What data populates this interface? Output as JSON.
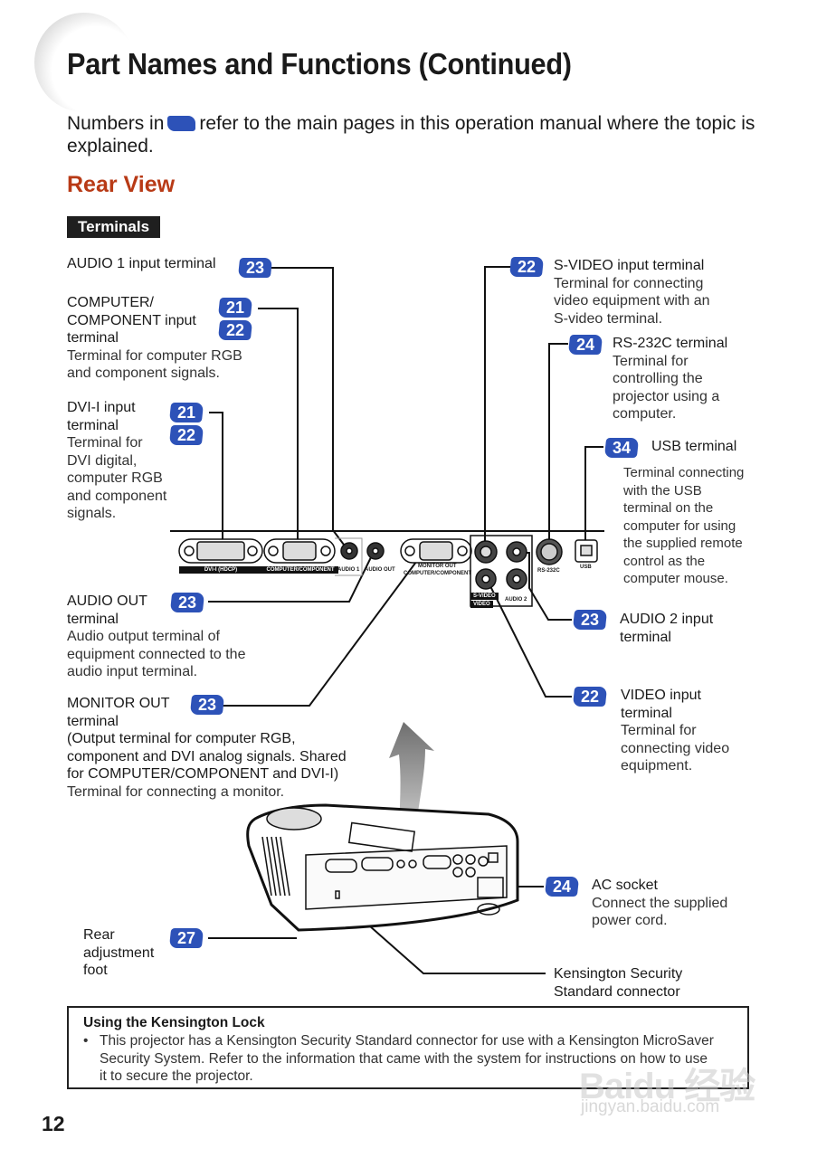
{
  "header": {
    "title": "Part Names and Functions (Continued)",
    "intro_before": "Numbers in",
    "intro_after": "refer to the main pages in this operation manual where the topic is explained.",
    "chip_color": "#2d52b8"
  },
  "section": {
    "title": "Rear View",
    "title_color": "#b83a16",
    "tag": "Terminals"
  },
  "callouts": {
    "audio1": {
      "title": "AUDIO 1 input terminal",
      "pages": [
        "23"
      ]
    },
    "computer": {
      "title_lines": [
        "COMPUTER/",
        "COMPONENT input",
        "terminal"
      ],
      "desc_lines": [
        "Terminal for computer RGB",
        "and component signals."
      ],
      "pages": [
        "21",
        "22"
      ]
    },
    "dvi": {
      "title_lines": [
        "DVI-I input",
        "terminal"
      ],
      "desc_lines": [
        "Terminal for",
        "DVI digital,",
        "computer RGB",
        "and component",
        "signals."
      ],
      "pages": [
        "21",
        "22"
      ]
    },
    "svideo": {
      "title": "S-VIDEO input terminal",
      "desc_lines": [
        "Terminal for connecting",
        "video equipment with an",
        "S-video terminal."
      ],
      "pages": [
        "22"
      ]
    },
    "rs232c": {
      "title": "RS-232C terminal",
      "desc_lines": [
        "Terminal for",
        "controlling the",
        "projector using a",
        "computer."
      ],
      "pages": [
        "24"
      ]
    },
    "usb": {
      "title": "USB terminal",
      "desc_lines": [
        "Terminal connecting",
        "with the USB",
        "terminal on the",
        "computer for using",
        "the supplied remote",
        "control as the",
        "computer mouse."
      ],
      "pages": [
        "34"
      ]
    },
    "audio_out": {
      "title_lines": [
        "AUDIO OUT",
        "terminal"
      ],
      "desc_lines": [
        "Audio output terminal of",
        "equipment connected to the",
        "audio input terminal."
      ],
      "pages": [
        "23"
      ]
    },
    "monitor_out": {
      "title_lines": [
        "MONITOR OUT",
        "terminal",
        "(Output terminal for computer RGB,",
        "component and DVI analog signals. Shared",
        "for COMPUTER/COMPONENT and DVI-I)"
      ],
      "desc_lines": [
        "Terminal for connecting a monitor."
      ],
      "pages": [
        "23"
      ]
    },
    "audio2": {
      "title_lines": [
        "AUDIO 2 input",
        "terminal"
      ],
      "pages": [
        "23"
      ]
    },
    "video": {
      "title_lines": [
        "VIDEO input",
        "terminal"
      ],
      "desc_lines": [
        "Terminal for",
        "connecting video",
        "equipment."
      ],
      "pages": [
        "22"
      ]
    },
    "ac": {
      "title": "AC socket",
      "desc_lines": [
        "Connect the supplied",
        "power cord."
      ],
      "pages": [
        "24"
      ]
    },
    "foot": {
      "title_lines": [
        "Rear",
        "adjustment",
        "foot"
      ],
      "pages": [
        "27"
      ]
    },
    "kensington": {
      "title_lines": [
        "Kensington Security",
        "Standard connector"
      ]
    }
  },
  "panel_labels": {
    "dvi": "DVI-I (HDCP)",
    "computer": "COMPUTER/COMPONENT",
    "audio1": "AUDIO 1",
    "audio_out": "AUDIO OUT",
    "monitor_out_1": "MONITOR OUT",
    "monitor_out_2": "COMPUTER/COMPONENT",
    "svideo": "S-VIDEO",
    "video": "VIDEO",
    "audio2": "AUDIO 2",
    "rs232c": "RS-232C",
    "usb": "USB"
  },
  "note": {
    "title": "Using the Kensington Lock",
    "bullet": "•",
    "text": "This projector has a Kensington Security Standard connector for use with a Kensington MicroSaver Security System. Refer to the information that came with the system for instructions on how to use it to secure the projector."
  },
  "footer": {
    "page_number": "12"
  },
  "watermark": {
    "line1": "Baidu 经验",
    "line2": "jingyan.baidu.com"
  }
}
